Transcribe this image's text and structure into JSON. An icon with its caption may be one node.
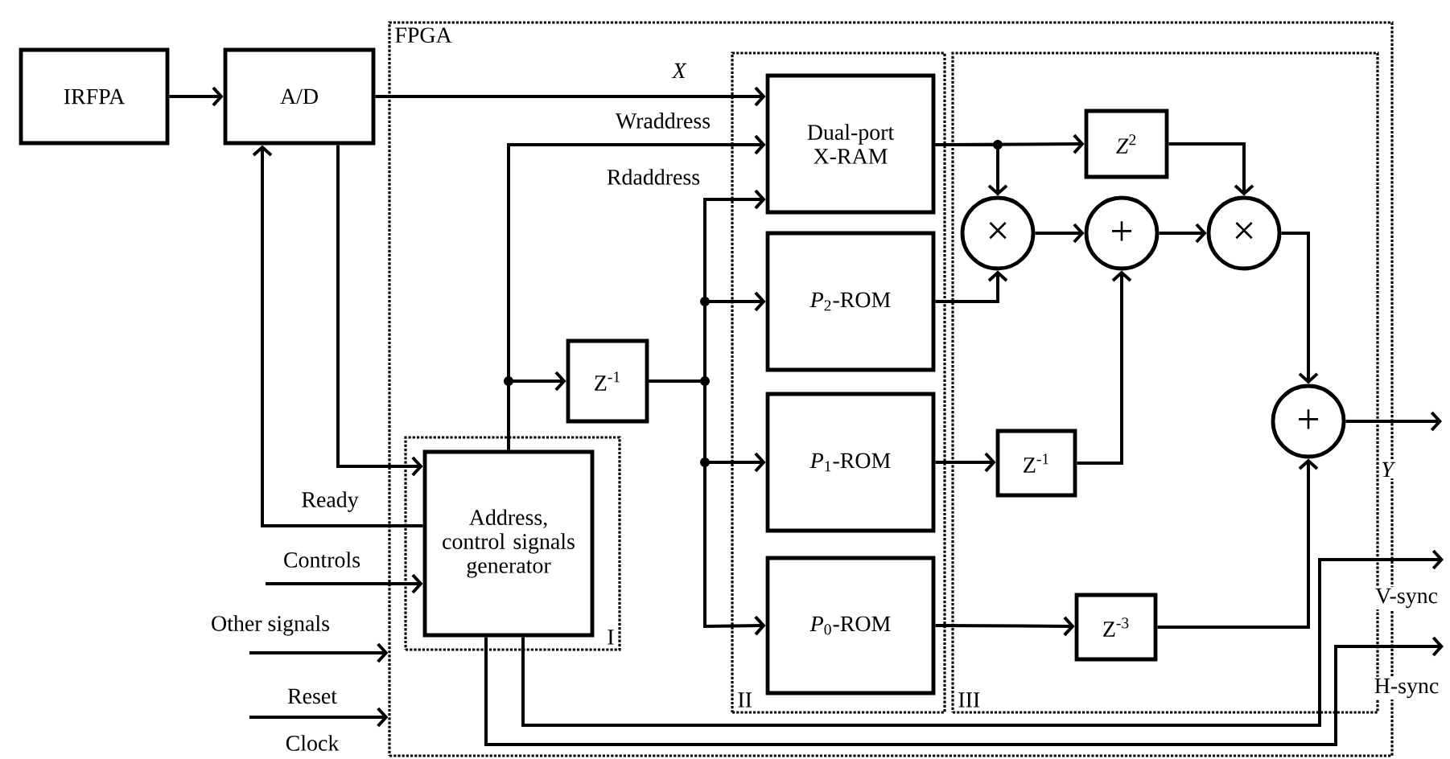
{
  "diagram": {
    "nodes": [
      {
        "text": [
          "IRFPA"
        ]
      },
      {
        "text": [
          "A/D"
        ]
      },
      {
        "text": [
          "FPGA"
        ]
      },
      {
        "text": [
          "II"
        ],
        "in": 2
      },
      {
        "text": [
          "Dual-port X-RAM"
        ],
        "in": 3
      },
      {
        "text": [
          "*P*$_{2}$-ROM"
        ],
        "in": 3
      },
      {
        "text": [
          "*P*$_{1}$-ROM"
        ],
        "in": 3
      },
      {
        "text": [
          "*P*$_{0}$-ROM"
        ],
        "in": 3
      },
      {
        "text": [
          "III"
        ],
        "in": 2
      },
      {
        "text": [
          "*Z*$^{2}$"
        ],
        "in": 8
      },
      {
        "text": [
          "×"
        ],
        "in": 8
      },
      {
        "text": [
          "+"
        ],
        "in": 8
      },
      {
        "text": [
          "×"
        ],
        "in": 8
      },
      {
        "text": [
          "Z$^{-1}$"
        ],
        "in": 8
      },
      {
        "text": [
          "Z$^{-3}$"
        ],
        "in": 8
      },
      {
        "text": [
          "+"
        ],
        "in": 8
      },
      {
        "text": [
          "I"
        ],
        "in": 2
      },
      {
        "text": [
          "Address, control signals generator"
        ],
        "in": 16
      },
      {
        "text": [
          "Z$^{-1}$"
        ],
        "in": 2
      }
    ],
    "edges": [
      {
        "from": 0,
        "to": 1,
        "arrow": "to"
      },
      {
        "from": 1,
        "to": 4,
        "arrow": "to",
        "label": "X"
      },
      {
        "from": 17,
        "to": 4,
        "arrow": "to",
        "label": "Wraddress"
      },
      {
        "from": 18,
        "to": 4,
        "arrow": "to",
        "label": "Rdaddress"
      },
      {
        "from": 18,
        "to": 5,
        "arrow": "to"
      },
      {
        "from": 18,
        "to": 6,
        "arrow": "to"
      },
      {
        "from": 18,
        "to": 7,
        "arrow": "to"
      },
      {
        "from": 17,
        "to": 18,
        "arrow": "to"
      },
      {
        "from": 1,
        "to": 17,
        "arrow": "to"
      },
      {
        "from": 17,
        "to": 1,
        "arrow": "to",
        "label": "Ready"
      },
      {
        "from": null,
        "to": 17,
        "arrow": "to",
        "label": "Controls"
      },
      {
        "from": null,
        "to": 2,
        "arrow": "to",
        "label": "Other signals"
      },
      {
        "from": null,
        "to": 2,
        "arrow": "to",
        "label": "Reset"
      },
      {
        "from": 4,
        "to": 9,
        "arrow": "to"
      },
      {
        "from": 4,
        "to": 10,
        "arrow": "to"
      },
      {
        "from": 9,
        "to": 12,
        "arrow": "to"
      },
      {
        "from": 10,
        "to": 11,
        "arrow": "to"
      },
      {
        "from": 11,
        "to": 12,
        "arrow": "to"
      },
      {
        "from": 5,
        "to": 10,
        "arrow": "to"
      },
      {
        "from": 6,
        "to": 13,
        "arrow": "to"
      },
      {
        "from": 13,
        "to": 11,
        "arrow": "to"
      },
      {
        "from": 12,
        "to": 15,
        "arrow": "to"
      },
      {
        "from": 7,
        "to": 14,
        "arrow": "to"
      },
      {
        "from": 14,
        "to": 15,
        "arrow": "to"
      },
      {
        "from": 15,
        "to": null,
        "arrow": "to",
        "label": "Y"
      },
      {
        "from": 17,
        "to": null,
        "arrow": "to",
        "label": "V-sync"
      },
      {
        "from": 17,
        "to": null,
        "arrow": "to",
        "label": "H-sync"
      }
    ],
    "labels": [
      "Clock"
    ]
  }
}
